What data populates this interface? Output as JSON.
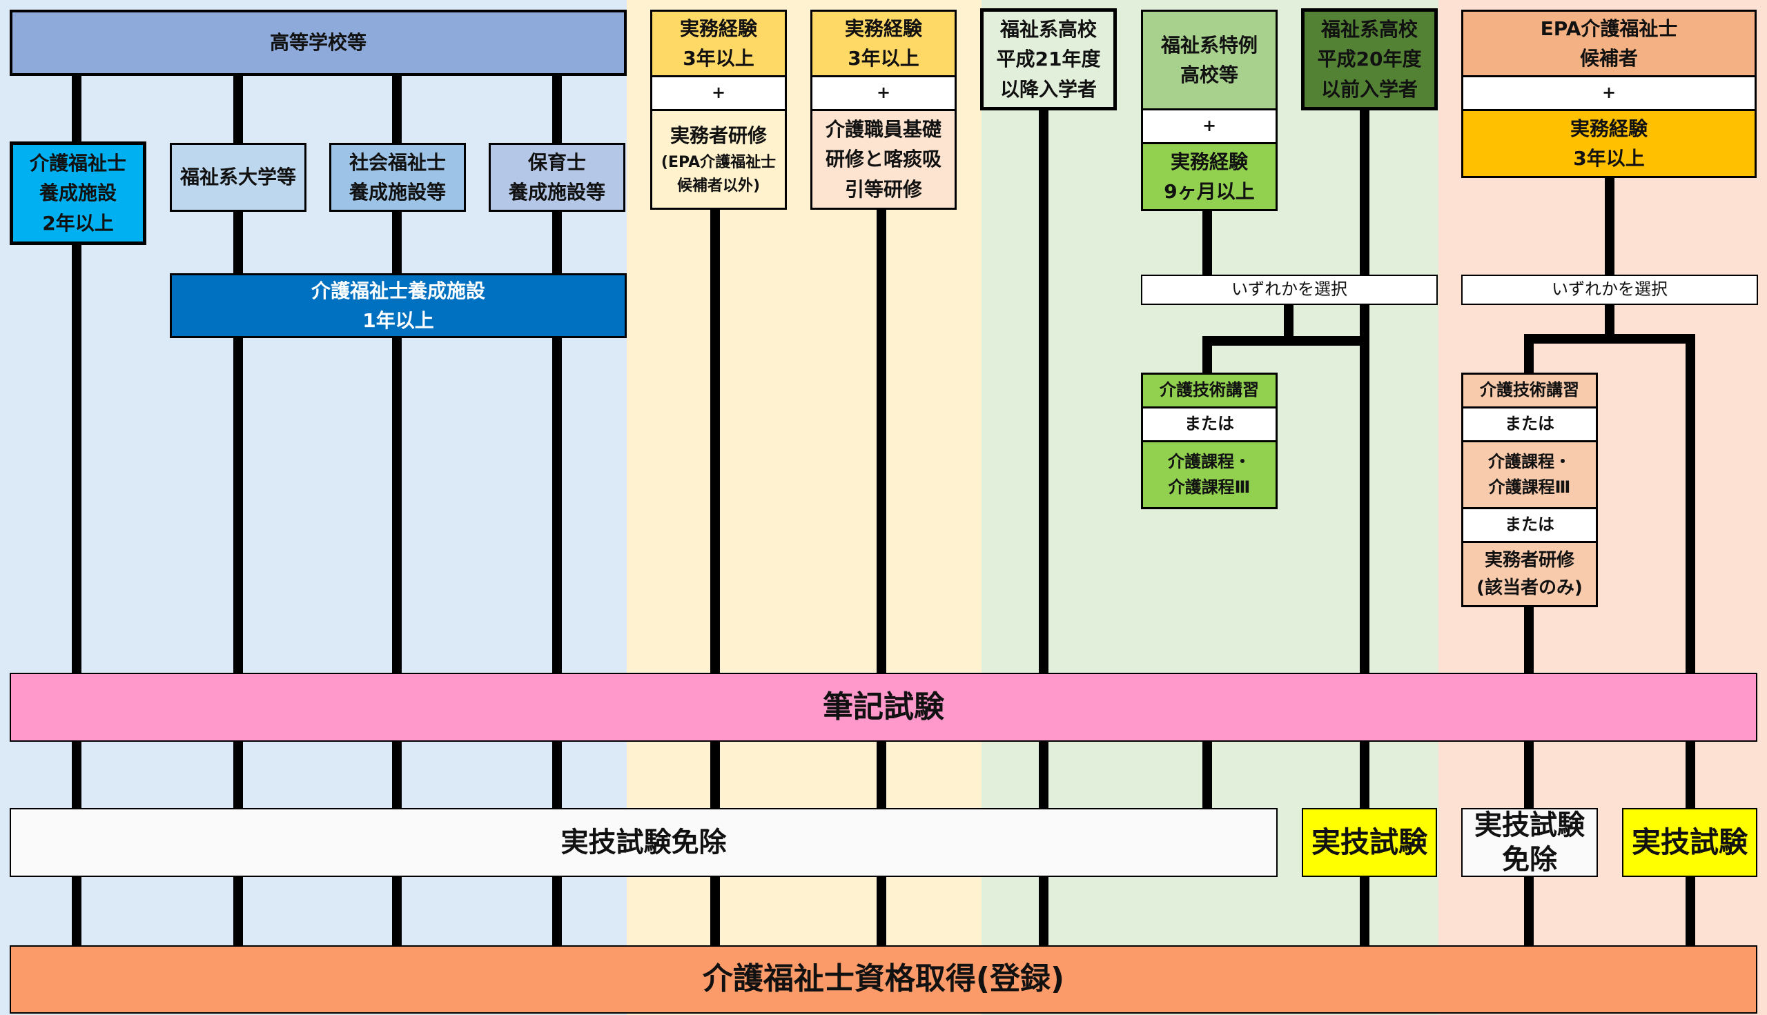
{
  "colors": {
    "bg_school": "#dce9f7",
    "bg_practice": "#fef2d0",
    "bg_welfare_hs": "#e2efda",
    "bg_epa": "#fde2d3",
    "written_exam": "#ff99cc",
    "qualification": "#fb9b6a",
    "practical_exam": "#ffff00",
    "exemption": "#fafafa"
  },
  "route_school": {
    "high_school": "高等学校等",
    "training_facility_2y": [
      "介護福祉士",
      "養成施設",
      "2年以上"
    ],
    "welfare_university": "福祉系大学等",
    "social_worker_facility": [
      "社会福祉士",
      "養成施設等"
    ],
    "childcare_facility": [
      "保育士",
      "養成施設等"
    ],
    "training_facility_1y": [
      "介護福祉士養成施設",
      "1年以上"
    ]
  },
  "route_practice_a": {
    "experience": [
      "実務経験",
      "3年以上"
    ],
    "plus": "+",
    "training": [
      "実務者研修",
      "(EPA介護福祉士",
      "候補者以外)"
    ]
  },
  "route_practice_b": {
    "experience": [
      "実務経験",
      "3年以上"
    ],
    "plus": "+",
    "training": [
      "介護職員基礎",
      "研修と喀痰吸",
      "引等研修"
    ]
  },
  "route_hs_2009": [
    "福祉系高校",
    "平成21年度",
    "以降入学者"
  ],
  "route_special_hs": {
    "school": [
      "福祉系特例",
      "高校等"
    ],
    "plus": "+",
    "experience": [
      "実務経験",
      "9ヶ月以上"
    ],
    "choose": "いずれかを選択",
    "course": "介護技術講習",
    "or": "または",
    "course2": [
      "介護課程・",
      "介護課程Ⅲ"
    ]
  },
  "route_hs_2008": [
    "福祉系高校",
    "平成20年度",
    "以前入学者"
  ],
  "route_epa": {
    "candidate": [
      "EPA介護福祉士",
      "候補者"
    ],
    "plus": "+",
    "experience": [
      "実務経験",
      "3年以上"
    ],
    "choose": "いずれかを選択",
    "course": "介護技術講習",
    "or1": "または",
    "course2": [
      "介護課程・",
      "介護課程Ⅲ"
    ],
    "or2": "または",
    "training": [
      "実務者研修",
      "(該当者のみ)"
    ]
  },
  "written_exam": "筆記試験",
  "practical_exemption": "実技試験免除",
  "practical_exam": "実技試験",
  "practical_exemption_epa": [
    "実技試験",
    "免除"
  ],
  "qualification": "介護福祉士資格取得(登録)"
}
